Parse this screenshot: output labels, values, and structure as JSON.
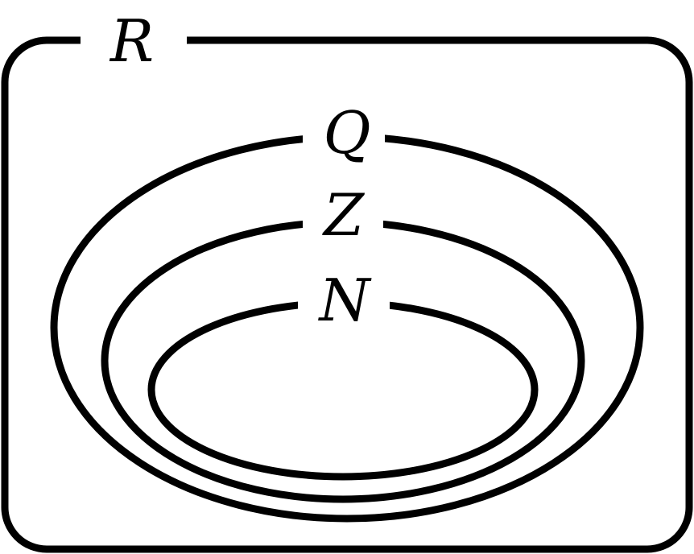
{
  "diagram": {
    "sets": [
      {
        "id": "R",
        "label": "R"
      },
      {
        "id": "Q",
        "label": "Q"
      },
      {
        "id": "Z",
        "label": "Z"
      },
      {
        "id": "N",
        "label": "N"
      }
    ]
  }
}
